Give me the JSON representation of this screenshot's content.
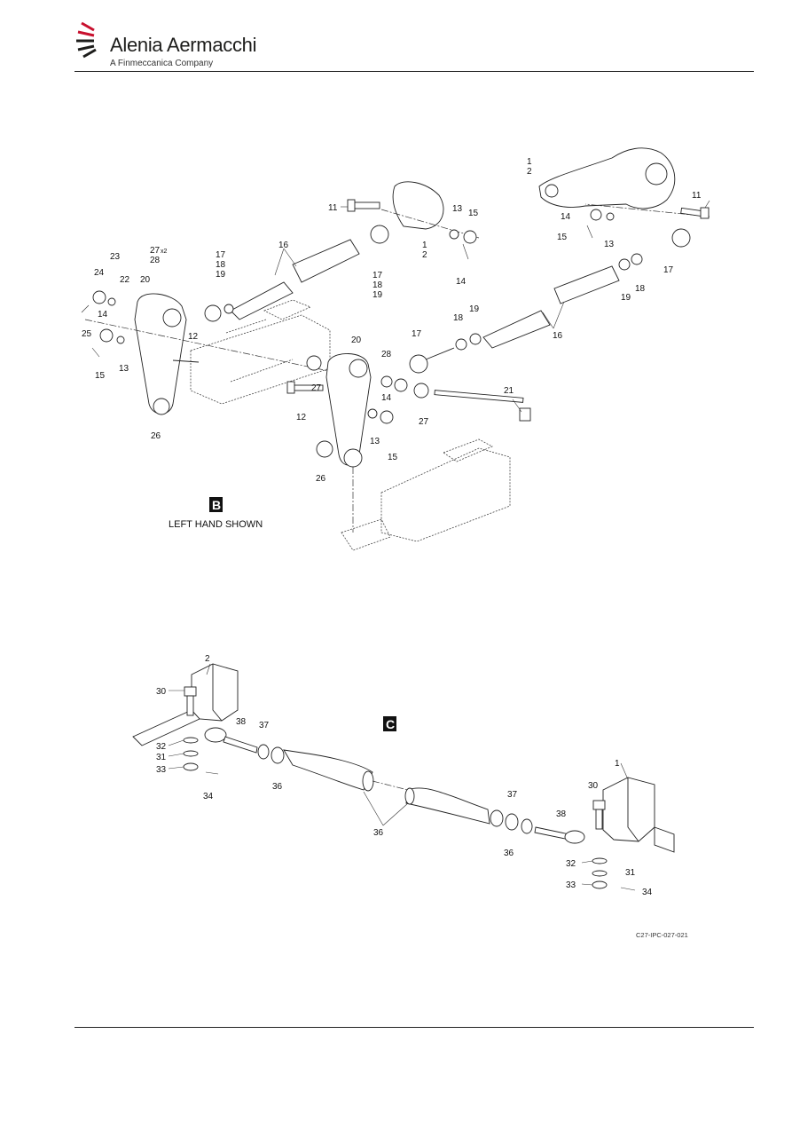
{
  "header": {
    "brand_name": "Alenia Aermacchi",
    "brand_sub": "A Finmeccanica Company"
  },
  "view_b": {
    "view_letter": "B",
    "caption": "LEFT HAND SHOWN",
    "callouts": [
      {
        "id": "b-1a",
        "text": "1"
      },
      {
        "id": "b-2a",
        "text": "2"
      },
      {
        "id": "b-11a",
        "text": "11"
      },
      {
        "id": "b-11b",
        "text": "11"
      },
      {
        "id": "b-14a",
        "text": "14"
      },
      {
        "id": "b-15a",
        "text": "15"
      },
      {
        "id": "b-13a",
        "text": "13"
      },
      {
        "id": "b-17a",
        "text": "17"
      },
      {
        "id": "b-13b",
        "text": "13"
      },
      {
        "id": "b-15b",
        "text": "15"
      },
      {
        "id": "b-1b",
        "text": "1"
      },
      {
        "id": "b-2b",
        "text": "2"
      },
      {
        "id": "b-14b",
        "text": "14"
      },
      {
        "id": "b-16a",
        "text": "16"
      },
      {
        "id": "b-17b",
        "text": "17"
      },
      {
        "id": "b-18b",
        "text": "18"
      },
      {
        "id": "b-19b",
        "text": "19"
      },
      {
        "id": "b-17c",
        "text": "17"
      },
      {
        "id": "b-18c",
        "text": "18"
      },
      {
        "id": "b-19c",
        "text": "19"
      },
      {
        "id": "b-19d",
        "text": "19"
      },
      {
        "id": "b-18d",
        "text": "18"
      },
      {
        "id": "b-27x2",
        "text": "27"
      },
      {
        "id": "b-28a",
        "text": "28"
      },
      {
        "id": "b-23",
        "text": "23"
      },
      {
        "id": "b-24",
        "text": "24"
      },
      {
        "id": "b-22",
        "text": "22"
      },
      {
        "id": "b-20a",
        "text": "20"
      },
      {
        "id": "b-14c",
        "text": "14"
      },
      {
        "id": "b-25",
        "text": "25"
      },
      {
        "id": "b-12a",
        "text": "12"
      },
      {
        "id": "b-13c",
        "text": "13"
      },
      {
        "id": "b-15c",
        "text": "15"
      },
      {
        "id": "b-26a",
        "text": "26"
      },
      {
        "id": "b-19e",
        "text": "19"
      },
      {
        "id": "b-18e",
        "text": "18"
      },
      {
        "id": "b-16b",
        "text": "16"
      },
      {
        "id": "b-17d",
        "text": "17"
      },
      {
        "id": "b-20b",
        "text": "20"
      },
      {
        "id": "b-28b",
        "text": "28"
      },
      {
        "id": "b-27a",
        "text": "27"
      },
      {
        "id": "b-14d",
        "text": "14"
      },
      {
        "id": "b-21",
        "text": "21"
      },
      {
        "id": "b-12b",
        "text": "12"
      },
      {
        "id": "b-27b",
        "text": "27"
      },
      {
        "id": "b-13d",
        "text": "13"
      },
      {
        "id": "b-15d",
        "text": "15"
      },
      {
        "id": "b-26b",
        "text": "26"
      }
    ],
    "x2_suffix": "x2"
  },
  "view_c": {
    "view_letter": "C",
    "callouts": [
      {
        "id": "c-2",
        "text": "2"
      },
      {
        "id": "c-30a",
        "text": "30"
      },
      {
        "id": "c-38a",
        "text": "38"
      },
      {
        "id": "c-37a",
        "text": "37"
      },
      {
        "id": "c-32a",
        "text": "32"
      },
      {
        "id": "c-31a",
        "text": "31"
      },
      {
        "id": "c-33a",
        "text": "33"
      },
      {
        "id": "c-36a",
        "text": "36"
      },
      {
        "id": "c-34a",
        "text": "34"
      },
      {
        "id": "c-36b",
        "text": "36"
      },
      {
        "id": "c-1",
        "text": "1"
      },
      {
        "id": "c-30b",
        "text": "30"
      },
      {
        "id": "c-37b",
        "text": "37"
      },
      {
        "id": "c-38b",
        "text": "38"
      },
      {
        "id": "c-36c",
        "text": "36"
      },
      {
        "id": "c-32b",
        "text": "32"
      },
      {
        "id": "c-31b",
        "text": "31"
      },
      {
        "id": "c-33b",
        "text": "33"
      },
      {
        "id": "c-34b",
        "text": "34"
      }
    ]
  },
  "figure_ref": "C27-IPC-027-021"
}
